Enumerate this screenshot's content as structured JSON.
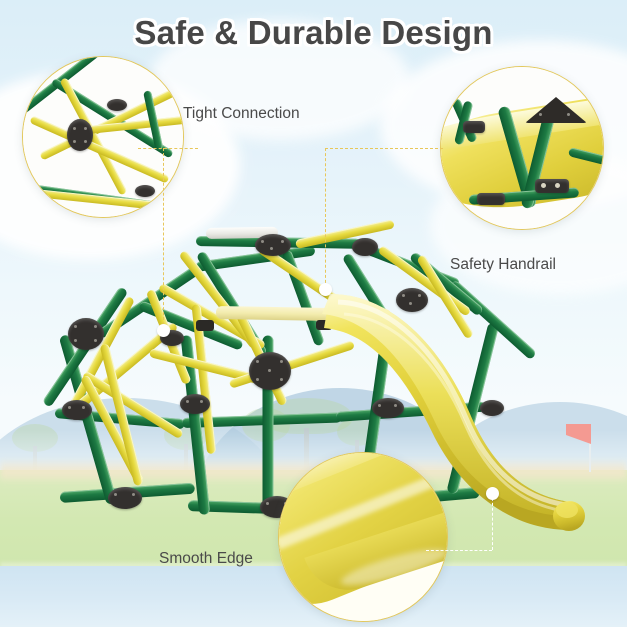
{
  "title": "Safe & Durable Design",
  "callouts": [
    {
      "id": "tight-connection",
      "label": "Tight Connection",
      "detail": "dome tube hub joint close-up"
    },
    {
      "id": "safety-handrail",
      "label": "Safety Handrail",
      "detail": "green handrail with black bracket close-up"
    },
    {
      "id": "smooth-edge",
      "label": "Smooth Edge",
      "detail": "rounded yellow slide edge close-up"
    }
  ],
  "colors": {
    "frame_green": "#1d7a43",
    "frame_yellow": "#e8dc42",
    "slide_yellow": "#e4d43f",
    "hub_black": "#33302e",
    "callout_border": "#e3c85c",
    "title_text": "#474747",
    "label_text": "#4a4a4a",
    "sky": "#e6f3fa",
    "grass": "#d3e8b2",
    "water": "#d9eaf5",
    "flag_red": "#f49a92"
  },
  "scene": {
    "product": "climbing dome with slide",
    "background_elements": [
      "sky",
      "clouds",
      "mountains",
      "trees",
      "grass",
      "water",
      "flag"
    ]
  }
}
